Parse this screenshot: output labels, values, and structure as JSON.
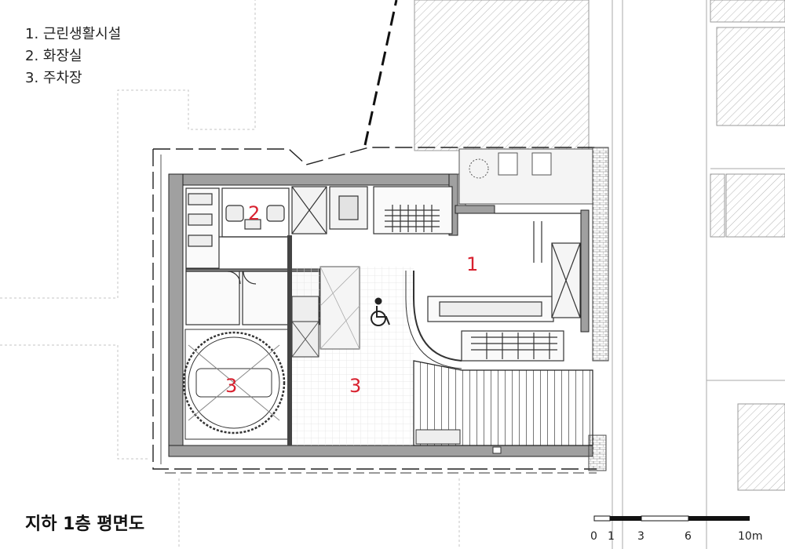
{
  "legend": [
    {
      "num": "1",
      "text": "1. 근린생활시설"
    },
    {
      "num": "2",
      "text": "2. 화장실"
    },
    {
      "num": "3",
      "text": "3. 주차장"
    }
  ],
  "title": "지하 1층 평면도",
  "room_labels": {
    "retail": "1",
    "restroom": "2",
    "parking_turntable": "3",
    "parking_main": "3"
  },
  "scale_bar": {
    "ticks": [
      "0",
      "1",
      "3",
      "6",
      "10m"
    ]
  },
  "colors": {
    "label": "#d8212f",
    "wall": "#8c8c8c",
    "line": "#333333"
  },
  "icons": [
    "wheelchair-icon",
    "turntable-icon",
    "stair-icon",
    "elevator-icon"
  ]
}
